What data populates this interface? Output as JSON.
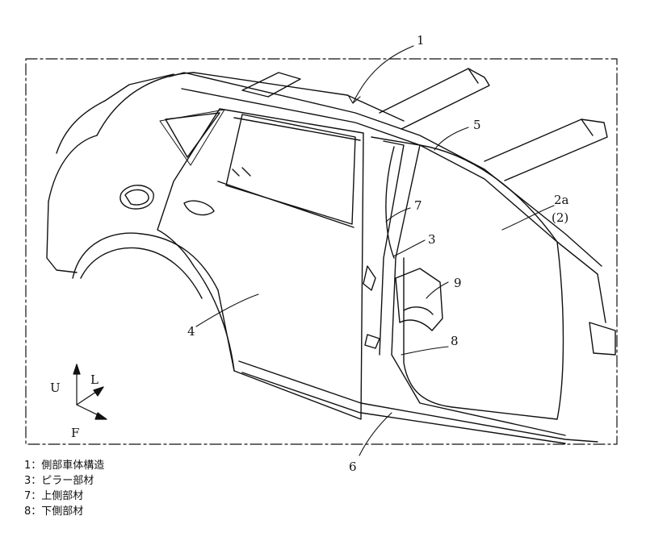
{
  "callouts": {
    "c1": "1",
    "c5": "5",
    "c7": "7",
    "c3": "3",
    "c2a": "2a",
    "c2": "(2)",
    "c9": "9",
    "c4": "4",
    "c8": "8",
    "c6": "6"
  },
  "axes": {
    "up": "U",
    "left": "L",
    "front": "F"
  },
  "legend": [
    "1：側部車体構造",
    "3：ピラー部材",
    "7：上側部材",
    "8：下側部材"
  ]
}
